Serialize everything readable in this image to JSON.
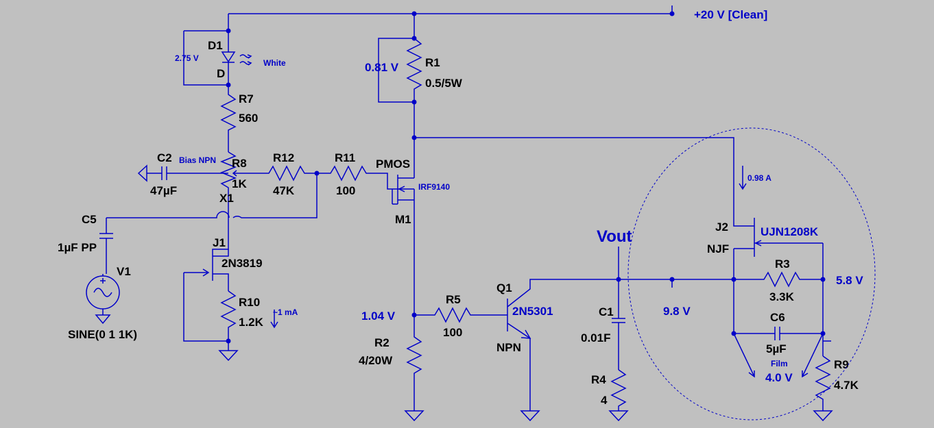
{
  "supply": {
    "label": "+20 V [Clean]"
  },
  "components": {
    "d1": {
      "ref": "D1",
      "model": "D",
      "voltage": "2.75 V",
      "light": "White"
    },
    "r7": {
      "ref": "R7",
      "value": "560"
    },
    "r1": {
      "ref": "R1",
      "value": "0.5/5W",
      "voltage": "0.81 V"
    },
    "c2": {
      "ref": "C2",
      "value": "47µF",
      "note": "Bias NPN"
    },
    "r8": {
      "ref": "R8",
      "value": "1K"
    },
    "r12": {
      "ref": "R12",
      "value": "47K"
    },
    "r11": {
      "ref": "R11",
      "value": "100"
    },
    "m1": {
      "ref": "M1",
      "type": "PMOS",
      "model": "IRF9140"
    },
    "x1": {
      "ref": "X1"
    },
    "c5": {
      "ref": "C5",
      "value": "1µF PP"
    },
    "v1": {
      "ref": "V1",
      "value": "SINE(0 1 1K)"
    },
    "j1": {
      "ref": "J1",
      "model": "2N3819"
    },
    "r10": {
      "ref": "R10",
      "value": "1.2K",
      "current": "~1 mA"
    },
    "r2": {
      "ref": "R2",
      "value": "4/20W",
      "voltage": "1.04 V"
    },
    "r5": {
      "ref": "R5",
      "value": "100"
    },
    "q1": {
      "ref": "Q1",
      "model": "2N5301",
      "type": "NPN"
    },
    "c1": {
      "ref": "C1",
      "value": "0.01F"
    },
    "r4": {
      "ref": "R4",
      "value": "4"
    },
    "j2": {
      "ref": "J2",
      "model": "UJN1208K",
      "type": "NJF",
      "current": "0.98 A"
    },
    "r3": {
      "ref": "R3",
      "value": "3.3K",
      "voltage": "5.8 V"
    },
    "c6": {
      "ref": "C6",
      "value": "5µF",
      "note": "Film",
      "voltage": "4.0 V"
    },
    "r9": {
      "ref": "R9",
      "value": "4.7K"
    }
  },
  "nets": {
    "vout": "Vout",
    "vout_voltage": "9.8 V"
  }
}
